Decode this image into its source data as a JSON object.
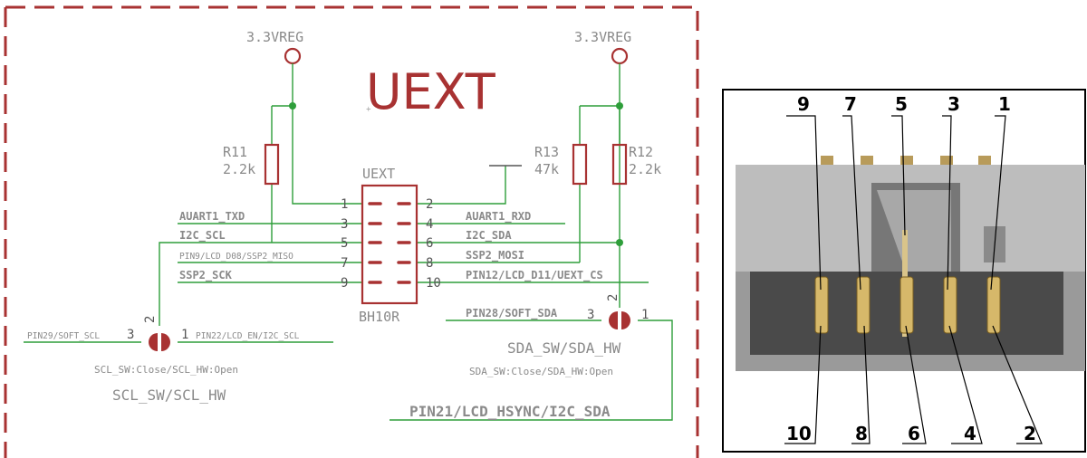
{
  "schematic": {
    "title": "UEXT",
    "header_name": "UEXT",
    "header_value": "BH10R",
    "power_left": "3.3VREG",
    "power_right": "3.3VREG",
    "resistors": [
      {
        "name": "R11",
        "value": "2.2k"
      },
      {
        "name": "R13",
        "value": "47k"
      },
      {
        "name": "R12",
        "value": "2.2k"
      }
    ],
    "pins_left": [
      {
        "num": "1",
        "net": ""
      },
      {
        "num": "3",
        "net": "AUART1_TXD"
      },
      {
        "num": "5",
        "net": "I2C_SCL"
      },
      {
        "num": "7",
        "net": "PIN9/LCD_D08/SSP2_MISO"
      },
      {
        "num": "9",
        "net": "SSP2_SCK"
      }
    ],
    "pins_right": [
      {
        "num": "2",
        "net": ""
      },
      {
        "num": "4",
        "net": "AUART1_RXD"
      },
      {
        "num": "6",
        "net": "I2C_SDA"
      },
      {
        "num": "8",
        "net": "SSP2_MOSI"
      },
      {
        "num": "10",
        "net": "PIN12/LCD_D11/UEXT_CS"
      }
    ],
    "jumper_scl": {
      "left_net": "PIN29/SOFT_SCL",
      "right_net": "PIN22/LCD_EN/I2C_SCL",
      "pin_left": "3",
      "pin_right": "1",
      "pin_mid": "2",
      "desc": "SCL_SW:Close/SCL_HW:Open",
      "name": "SCL_SW/SCL_HW"
    },
    "jumper_sda": {
      "left_net": "PIN28/SOFT_SDA",
      "pin_left": "3",
      "pin_right": "1",
      "pin_mid": "2",
      "name": "SDA_SW/SDA_HW",
      "desc": "SDA_SW:Close/SDA_HW:Open",
      "bottom_net": "PIN21/LCD_HSYNC/I2C_SDA"
    }
  },
  "photo": {
    "top_numbers": [
      "9",
      "7",
      "5",
      "3",
      "1"
    ],
    "bottom_numbers": [
      "10",
      "8",
      "6",
      "4",
      "2"
    ]
  },
  "colors": {
    "wire": "#2e9e3a",
    "component": "#a83232",
    "frame": "#a83232",
    "text": "#8a8a8a"
  }
}
